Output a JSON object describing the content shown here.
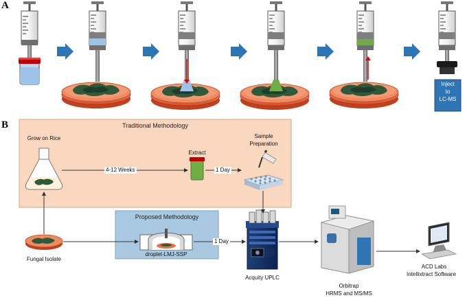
{
  "panel_a": {
    "letter": "A",
    "inject_label": [
      "Inject",
      "to",
      "LC-MS"
    ]
  },
  "panel_b": {
    "letter": "B",
    "traditional_title": "Traditional Methodology",
    "proposed_title": "Proposed Methodology",
    "grow_label": "Grow on Rice",
    "weeks_label": "4-12 Weeks",
    "extract_label": "Extract",
    "day1_label": "1 Day",
    "sample_prep_label": [
      "Sample",
      "Preparation"
    ],
    "day2_label": "1 Day",
    "fungal_label": "Fungal Isolate",
    "droplet_label": "droplet-LMJ-SSP",
    "uplc_label": "Acquity UPLC",
    "orbitrap_label": [
      "Orbitrap",
      "HRMS and MS/MS"
    ],
    "software_label": [
      "ACD Labs",
      "Intellixtract Software"
    ]
  },
  "colors": {
    "arrow_blue": "#2e75b6",
    "traditional_bg": "#fad7bf",
    "proposed_bg": "#a9c8e2",
    "dish_orange": "#e8704a",
    "liquid_blue": "#9dc3e6",
    "liquid_green": "#70ad47",
    "inject_box": "#2e75b6"
  }
}
